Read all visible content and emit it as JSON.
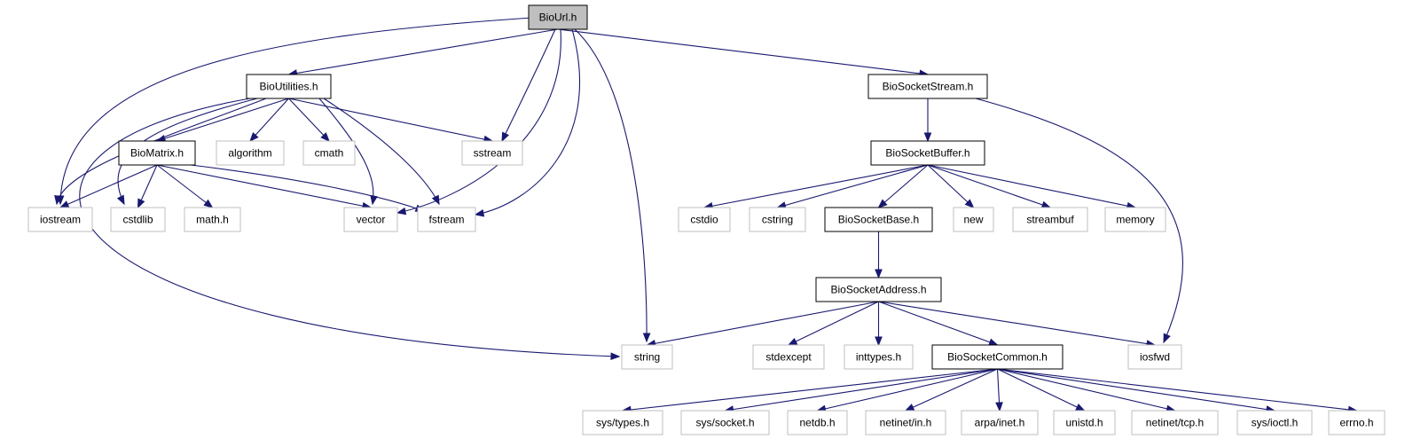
{
  "colors": {
    "edge": "#191970",
    "documented_border": "#000000",
    "external_border": "#bfbfbf",
    "root_fill": "#bfbfbf",
    "node_fill": "#ffffff"
  },
  "nodes": [
    {
      "id": "BioUrl",
      "label": "BioUrl.h",
      "kind": "root"
    },
    {
      "id": "BioUtilities",
      "label": "BioUtilities.h",
      "kind": "documented"
    },
    {
      "id": "BioSocketStream",
      "label": "BioSocketStream.h",
      "kind": "documented"
    },
    {
      "id": "BioMatrix",
      "label": "BioMatrix.h",
      "kind": "documented"
    },
    {
      "id": "algorithm",
      "label": "algorithm",
      "kind": "external"
    },
    {
      "id": "cmath",
      "label": "cmath",
      "kind": "external"
    },
    {
      "id": "sstream",
      "label": "sstream",
      "kind": "external"
    },
    {
      "id": "iostream",
      "label": "iostream",
      "kind": "external"
    },
    {
      "id": "cstdlib",
      "label": "cstdlib",
      "kind": "external"
    },
    {
      "id": "math_h",
      "label": "math.h",
      "kind": "external"
    },
    {
      "id": "vector",
      "label": "vector",
      "kind": "external"
    },
    {
      "id": "fstream",
      "label": "fstream",
      "kind": "external"
    },
    {
      "id": "BioSocketBuffer",
      "label": "BioSocketBuffer.h",
      "kind": "documented"
    },
    {
      "id": "cstdio",
      "label": "cstdio",
      "kind": "external"
    },
    {
      "id": "cstring",
      "label": "cstring",
      "kind": "external"
    },
    {
      "id": "BioSocketBase",
      "label": "BioSocketBase.h",
      "kind": "documented"
    },
    {
      "id": "new",
      "label": "new",
      "kind": "external"
    },
    {
      "id": "streambuf",
      "label": "streambuf",
      "kind": "external"
    },
    {
      "id": "memory",
      "label": "memory",
      "kind": "external"
    },
    {
      "id": "BioSocketAddress",
      "label": "BioSocketAddress.h",
      "kind": "documented"
    },
    {
      "id": "string",
      "label": "string",
      "kind": "external"
    },
    {
      "id": "stdexcept",
      "label": "stdexcept",
      "kind": "external"
    },
    {
      "id": "inttypes_h",
      "label": "inttypes.h",
      "kind": "external"
    },
    {
      "id": "BioSocketCommon",
      "label": "BioSocketCommon.h",
      "kind": "documented"
    },
    {
      "id": "iosfwd",
      "label": "iosfwd",
      "kind": "external"
    },
    {
      "id": "sys_types_h",
      "label": "sys/types.h",
      "kind": "external"
    },
    {
      "id": "sys_socket_h",
      "label": "sys/socket.h",
      "kind": "external"
    },
    {
      "id": "netdb_h",
      "label": "netdb.h",
      "kind": "external"
    },
    {
      "id": "netinet_in_h",
      "label": "netinet/in.h",
      "kind": "external"
    },
    {
      "id": "arpa_inet_h",
      "label": "arpa/inet.h",
      "kind": "external"
    },
    {
      "id": "unistd_h",
      "label": "unistd.h",
      "kind": "external"
    },
    {
      "id": "netinet_tcp_h",
      "label": "netinet/tcp.h",
      "kind": "external"
    },
    {
      "id": "sys_ioctl_h",
      "label": "sys/ioctl.h",
      "kind": "external"
    },
    {
      "id": "errno_h",
      "label": "errno.h",
      "kind": "external"
    }
  ],
  "edges": [
    [
      "BioUrl",
      "BioUtilities"
    ],
    [
      "BioUrl",
      "BioSocketStream"
    ],
    [
      "BioUrl",
      "iostream"
    ],
    [
      "BioUrl",
      "sstream"
    ],
    [
      "BioUrl",
      "vector"
    ],
    [
      "BioUrl",
      "fstream"
    ],
    [
      "BioUrl",
      "string"
    ],
    [
      "BioUtilities",
      "BioMatrix"
    ],
    [
      "BioUtilities",
      "algorithm"
    ],
    [
      "BioUtilities",
      "cmath"
    ],
    [
      "BioUtilities",
      "sstream"
    ],
    [
      "BioUtilities",
      "iostream"
    ],
    [
      "BioUtilities",
      "cstdlib"
    ],
    [
      "BioUtilities",
      "vector"
    ],
    [
      "BioUtilities",
      "fstream"
    ],
    [
      "BioUtilities",
      "string"
    ],
    [
      "BioMatrix",
      "iostream"
    ],
    [
      "BioMatrix",
      "cstdlib"
    ],
    [
      "BioMatrix",
      "math_h"
    ],
    [
      "BioMatrix",
      "vector"
    ],
    [
      "BioMatrix",
      "fstream"
    ],
    [
      "BioSocketStream",
      "BioSocketBuffer"
    ],
    [
      "BioSocketStream",
      "iosfwd"
    ],
    [
      "BioSocketBuffer",
      "cstdio"
    ],
    [
      "BioSocketBuffer",
      "cstring"
    ],
    [
      "BioSocketBuffer",
      "BioSocketBase"
    ],
    [
      "BioSocketBuffer",
      "new"
    ],
    [
      "BioSocketBuffer",
      "streambuf"
    ],
    [
      "BioSocketBuffer",
      "memory"
    ],
    [
      "BioSocketBase",
      "BioSocketAddress"
    ],
    [
      "BioSocketAddress",
      "string"
    ],
    [
      "BioSocketAddress",
      "stdexcept"
    ],
    [
      "BioSocketAddress",
      "inttypes_h"
    ],
    [
      "BioSocketAddress",
      "BioSocketCommon"
    ],
    [
      "BioSocketAddress",
      "iosfwd"
    ],
    [
      "BioSocketCommon",
      "sys_types_h"
    ],
    [
      "BioSocketCommon",
      "sys_socket_h"
    ],
    [
      "BioSocketCommon",
      "netdb_h"
    ],
    [
      "BioSocketCommon",
      "netinet_in_h"
    ],
    [
      "BioSocketCommon",
      "arpa_inet_h"
    ],
    [
      "BioSocketCommon",
      "unistd_h"
    ],
    [
      "BioSocketCommon",
      "netinet_tcp_h"
    ],
    [
      "BioSocketCommon",
      "sys_ioctl_h"
    ],
    [
      "BioSocketCommon",
      "errno_h"
    ]
  ]
}
